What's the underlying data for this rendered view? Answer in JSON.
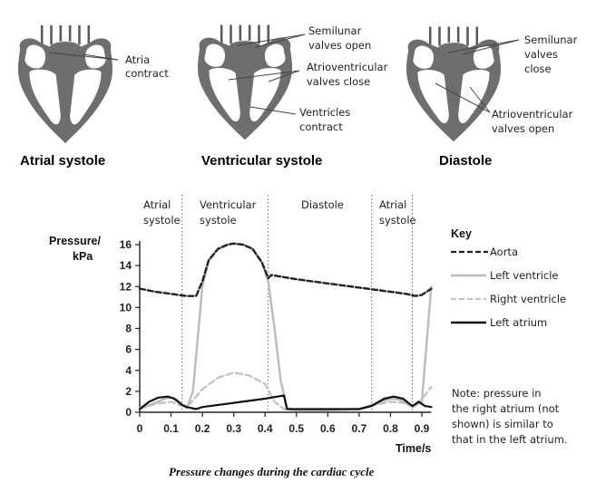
{
  "hearts": [
    {
      "stage": "Atrial systole",
      "labels": [
        "Atria",
        "contract"
      ]
    },
    {
      "stage": "Ventricular systole",
      "labels": [
        "Semilunar",
        "valves open",
        "Atrioventricular",
        "valves close",
        "Ventricles",
        "contract"
      ]
    },
    {
      "stage": "Diastole",
      "labels": [
        "Semilunar",
        "valves",
        "close",
        "Atrioventricular",
        "valves open"
      ]
    }
  ],
  "phases": [
    {
      "line1": "Atrial",
      "line2": "systole"
    },
    {
      "line1": "Ventricular",
      "line2": "systole"
    },
    {
      "line1": "Diastole",
      "line2": ""
    },
    {
      "line1": "Atrial",
      "line2": "systole"
    }
  ],
  "chart_data": {
    "type": "line",
    "title": "",
    "xlabel": "Time/s",
    "ylabel_line1": "Pressure/",
    "ylabel_line2": "kPa",
    "xlim": [
      0,
      0.93
    ],
    "ylim": [
      0,
      16
    ],
    "xticks": [
      "0",
      "0.1",
      "0.2",
      "0.3",
      "0.4",
      "0.5",
      "0.6",
      "0.7",
      "0.8",
      "0.9"
    ],
    "yticks": [
      "0",
      "2",
      "4",
      "6",
      "8",
      "10",
      "12",
      "14",
      "16"
    ],
    "phase_boundaries": [
      0.135,
      0.41,
      0.74,
      0.87
    ],
    "series": [
      {
        "name": "Aorta",
        "color": "#222222",
        "style": "dashed",
        "x": [
          0,
          0.05,
          0.1,
          0.15,
          0.18,
          0.2,
          0.22,
          0.25,
          0.28,
          0.3,
          0.33,
          0.36,
          0.39,
          0.41,
          0.42,
          0.5,
          0.6,
          0.7,
          0.8,
          0.85,
          0.88,
          0.9,
          0.93
        ],
        "y": [
          11.8,
          11.5,
          11.3,
          11.1,
          11.1,
          12.5,
          14.5,
          15.6,
          16.0,
          16.1,
          16.0,
          15.6,
          14.3,
          12.8,
          13.1,
          12.7,
          12.3,
          11.9,
          11.5,
          11.3,
          11.1,
          11.2,
          11.8
        ]
      },
      {
        "name": "Left ventricle",
        "color": "#bbbbbb",
        "style": "solid",
        "x": [
          0,
          0.05,
          0.08,
          0.1,
          0.12,
          0.135,
          0.15,
          0.17,
          0.2,
          0.22,
          0.25,
          0.28,
          0.3,
          0.33,
          0.36,
          0.39,
          0.41,
          0.43,
          0.45,
          0.47,
          0.5,
          0.6,
          0.7,
          0.75,
          0.8,
          0.83,
          0.87,
          0.9,
          0.93
        ],
        "y": [
          0.4,
          0.9,
          1.3,
          1.4,
          1.2,
          0.7,
          0.4,
          2.0,
          12.0,
          14.5,
          15.6,
          16.0,
          16.1,
          16.0,
          15.6,
          14.3,
          12.5,
          8.0,
          3.0,
          0.4,
          0.2,
          0.2,
          0.3,
          0.8,
          1.3,
          1.2,
          0.5,
          1.0,
          12.0
        ]
      },
      {
        "name": "Right ventricle",
        "color": "#c4c4c4",
        "style": "dashed",
        "x": [
          0,
          0.05,
          0.1,
          0.135,
          0.16,
          0.2,
          0.25,
          0.3,
          0.35,
          0.4,
          0.43,
          0.46,
          0.5,
          0.6,
          0.7,
          0.75,
          0.8,
          0.85,
          0.88,
          0.93
        ],
        "y": [
          0.3,
          0.8,
          1.0,
          0.6,
          0.8,
          2.2,
          3.3,
          3.8,
          3.5,
          2.7,
          1.0,
          0.3,
          0.2,
          0.2,
          0.3,
          0.7,
          1.0,
          0.9,
          0.5,
          2.4
        ]
      },
      {
        "name": "Left atrium",
        "color": "#111111",
        "style": "solid",
        "x": [
          0,
          0.03,
          0.06,
          0.09,
          0.11,
          0.135,
          0.15,
          0.18,
          0.2,
          0.3,
          0.4,
          0.45,
          0.46,
          0.47,
          0.5,
          0.6,
          0.7,
          0.74,
          0.78,
          0.81,
          0.84,
          0.87,
          0.89,
          0.91,
          0.93
        ],
        "y": [
          0.3,
          1.0,
          1.4,
          1.5,
          1.3,
          0.7,
          0.5,
          0.3,
          0.5,
          0.9,
          1.3,
          1.55,
          1.6,
          0.3,
          0.3,
          0.3,
          0.3,
          0.6,
          1.3,
          1.5,
          1.3,
          0.6,
          1.0,
          0.6,
          0.5
        ]
      }
    ],
    "legend_title": "Key",
    "legend_position": "right",
    "note": [
      "Note: pressure in",
      "the right atrium (not",
      "shown) is similar to",
      "that in the left atrium."
    ],
    "caption": "Pressure changes during the cardiac cycle"
  },
  "colors": {
    "heart_wall": "#6e6e6e",
    "heart_cavity": "#ffffff",
    "axis": "#222222",
    "phase_line": "#666666"
  }
}
